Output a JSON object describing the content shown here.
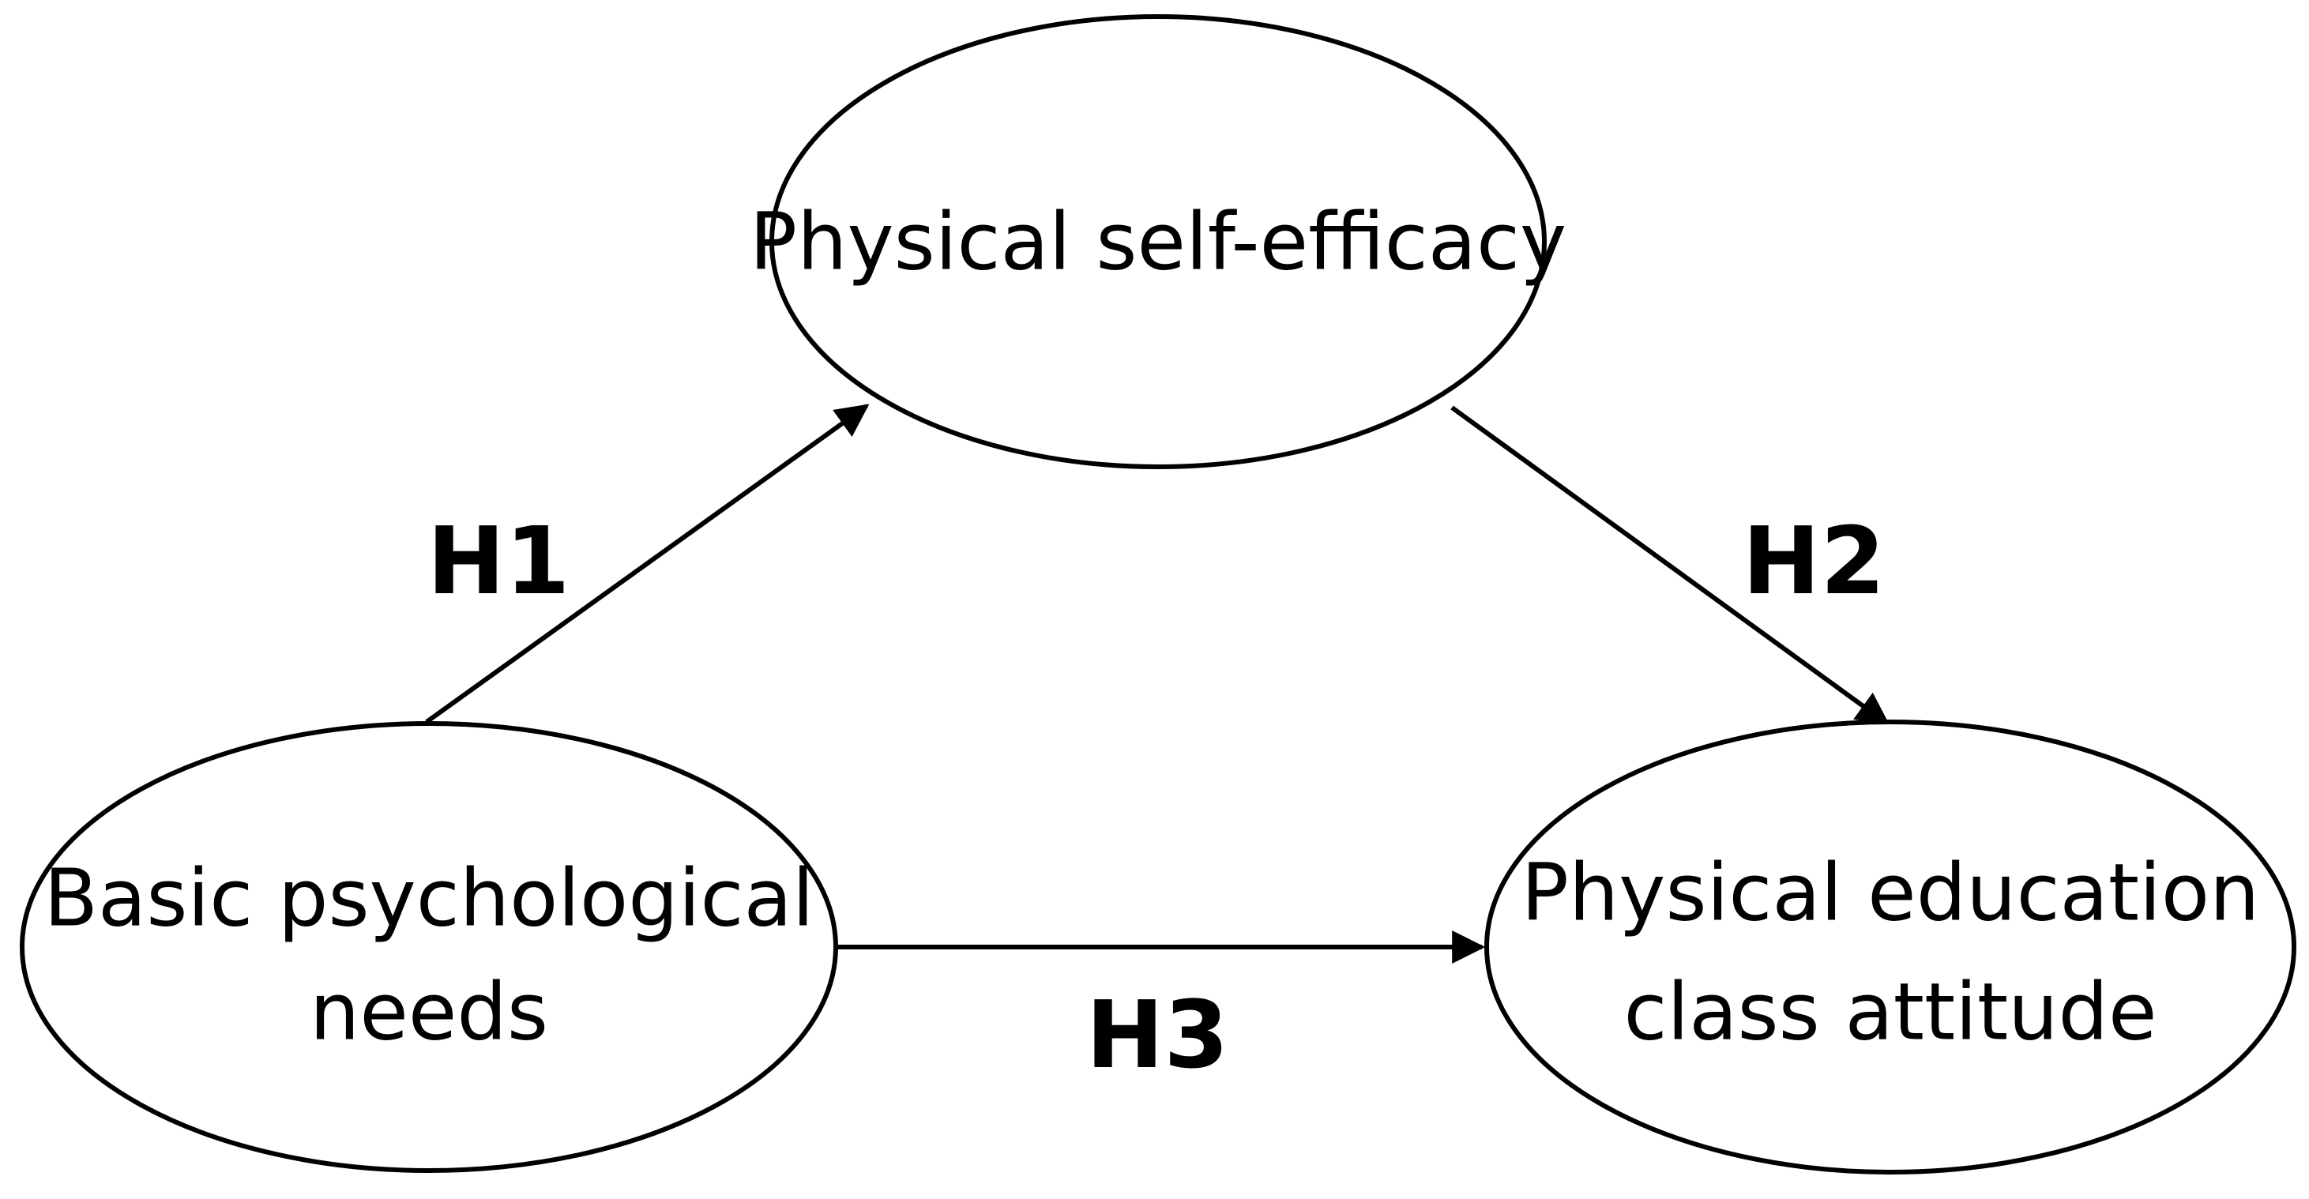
{
  "diagram": {
    "nodes": {
      "self_efficacy": {
        "lines": [
          "Physical self-efficacy"
        ]
      },
      "needs": {
        "lines": [
          "Basic psychological",
          "needs"
        ]
      },
      "attitude": {
        "lines": [
          "Physical education",
          "class attitude"
        ]
      }
    },
    "edges": {
      "h1": {
        "label": "H1",
        "from": "Basic psychological needs",
        "to": "Physical self-efficacy"
      },
      "h2": {
        "label": "H2",
        "from": "Physical self-efficacy",
        "to": "Physical education class attitude"
      },
      "h3": {
        "label": "H3",
        "from": "Basic psychological needs",
        "to": "Physical education class attitude"
      }
    },
    "colors": {
      "stroke": "#000000",
      "fill": "#ffffff",
      "text": "#000000"
    }
  }
}
